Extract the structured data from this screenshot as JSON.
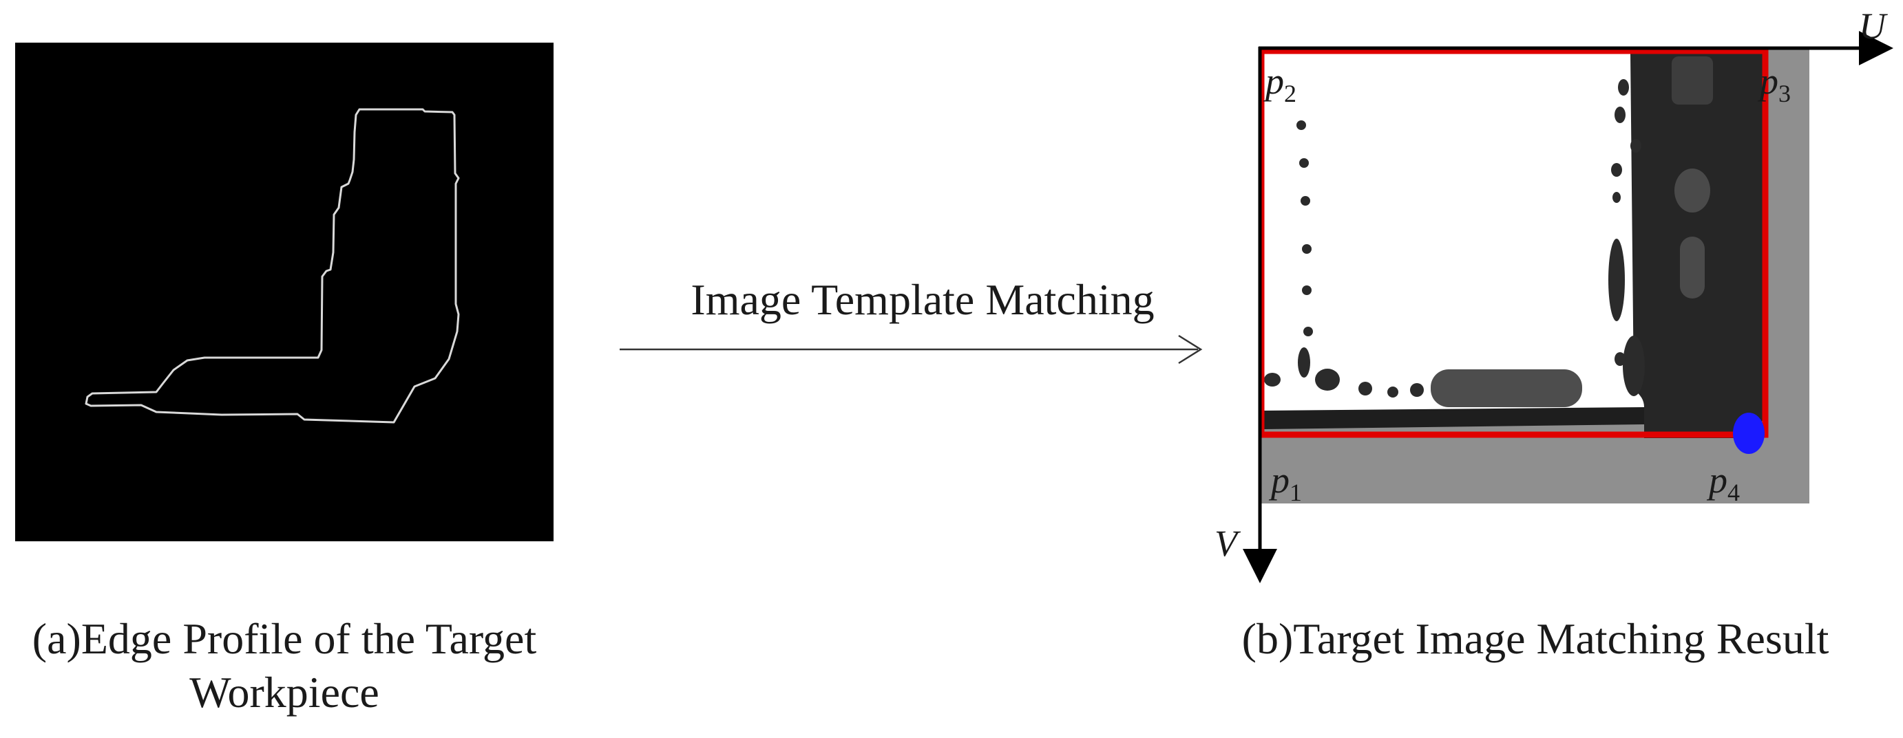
{
  "caption_a": "(a)Edge Profile of the Target Workpiece",
  "caption_b": "(b)Target Image Matching Result",
  "arrow_label": "Image Template Matching",
  "axes": {
    "u": "U",
    "v": "V"
  },
  "points": [
    {
      "base": "p",
      "sub": "1"
    },
    {
      "base": "p",
      "sub": "2"
    },
    {
      "base": "p",
      "sub": "3"
    },
    {
      "base": "p",
      "sub": "4"
    }
  ],
  "colors": {
    "match_box": "#e00000",
    "marker": "#1a1aff",
    "edge_line": "#d9d9d9",
    "panel_background": "#000000"
  }
}
